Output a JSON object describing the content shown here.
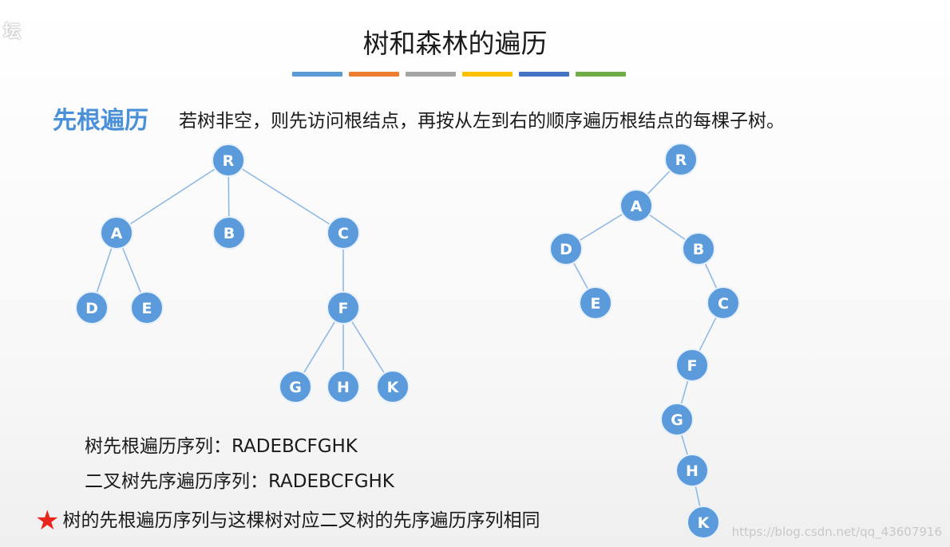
{
  "watermark_top_left": "坛",
  "title": "树和森林的遍历",
  "color_bars": [
    "#5b9bd5",
    "#ed7d31",
    "#a5a5a5",
    "#ffc000",
    "#4472c4",
    "#70ad47"
  ],
  "section_label": "先根遍历",
  "section_desc": "若树非空，则先访问根结点，再按从左到右的顺序遍历根结点的每棵子树。",
  "tree": {
    "nodes": [
      "R",
      "A",
      "B",
      "C",
      "D",
      "E",
      "F",
      "G",
      "H",
      "K"
    ],
    "edges": [
      [
        "R",
        "A"
      ],
      [
        "R",
        "B"
      ],
      [
        "R",
        "C"
      ],
      [
        "A",
        "D"
      ],
      [
        "A",
        "E"
      ],
      [
        "C",
        "F"
      ],
      [
        "F",
        "G"
      ],
      [
        "F",
        "H"
      ],
      [
        "F",
        "K"
      ]
    ]
  },
  "binary_tree": {
    "nodes": [
      "R",
      "A",
      "D",
      "B",
      "E",
      "C",
      "F",
      "G",
      "H",
      "K"
    ],
    "edges": [
      [
        "R",
        "A"
      ],
      [
        "A",
        "D"
      ],
      [
        "A",
        "B"
      ],
      [
        "D",
        "E"
      ],
      [
        "B",
        "C"
      ],
      [
        "C",
        "F"
      ],
      [
        "F",
        "G"
      ],
      [
        "G",
        "H"
      ],
      [
        "H",
        "K"
      ]
    ]
  },
  "tree_preorder_label": "树先根遍历序列：RADEBCFGHK",
  "binary_preorder_label": "二叉树先序遍历序列：RADEBCFGHK",
  "star_note": "树的先根遍历序列与这棵树对应二叉树的先序遍历序列相同",
  "watermark_url": "https://blog.csdn.net/qq_43607916"
}
